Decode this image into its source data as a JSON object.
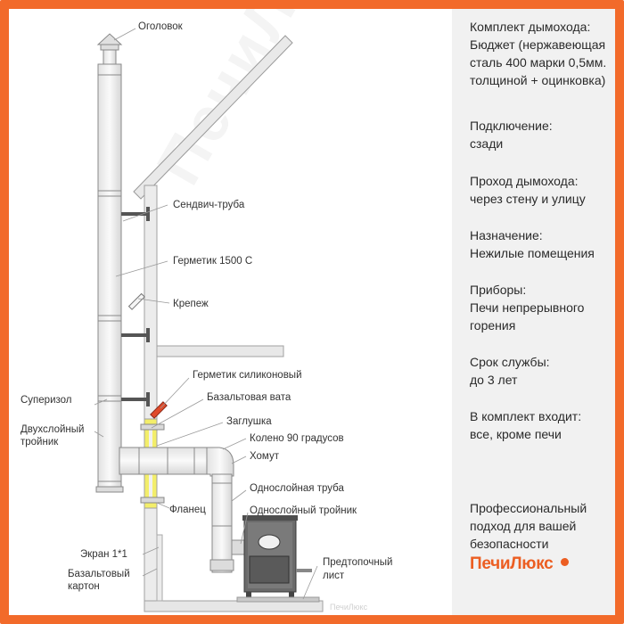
{
  "diagram": {
    "labels": {
      "ogolovok": "Оголовок",
      "sandwich": "Сендвич-труба",
      "germetik1500": "Герметик 1500 С",
      "krepezh": "Крепеж",
      "germetik_sil": "Герметик силиконовый",
      "bazalt_vata": "Базальтовая вата",
      "superizol": "Суперизол",
      "zaglushka": "Заглушка",
      "dvuh_line1": "Двухслойный",
      "dvuh_line2": "тройник",
      "koleno": "Колено 90 градусов",
      "homut": "Хомут",
      "odnosl_truba": "Однослойная труба",
      "flanec": "Фланец",
      "odnosl_troynik": "Однослойный тройник",
      "ekran": "Экран 1*1",
      "bazalt_karton_line1": "Базальтовый",
      "bazalt_karton_line2": "картон",
      "predtop_line1": "Предтопочный",
      "predtop_line2": "лист"
    },
    "watermark": "ПечиЛюкс",
    "sub_watermark": "ПечиЛюкс"
  },
  "specs": [
    {
      "title": "Комплект дымохода:",
      "value": "Бюджет (нержавеющая сталь 400 марки 0,5мм. толщиной + оцинковка)"
    },
    {
      "title": "Подключение:",
      "value": "сзади"
    },
    {
      "title": "Проход дымохода:",
      "value": "через стену и улицу"
    },
    {
      "title": "Назначение:",
      "value": "Нежилые помещения"
    },
    {
      "title": "Приборы:",
      "value": "Печи непрерывного горения"
    },
    {
      "title": "Срок службы:",
      "value": "до 3 лет"
    },
    {
      "title": "В комплект входит:",
      "value": "все, кроме печи"
    }
  ],
  "slogan": "Профессиональный подход для вашей безопасности",
  "brand": "ПечиЛюкс",
  "colors": {
    "frame": "#f26a2a",
    "brand": "#ec5e22",
    "insulation": "#f3ee6a",
    "sealant": "#e04a2a",
    "line": "#8a8a8a"
  }
}
